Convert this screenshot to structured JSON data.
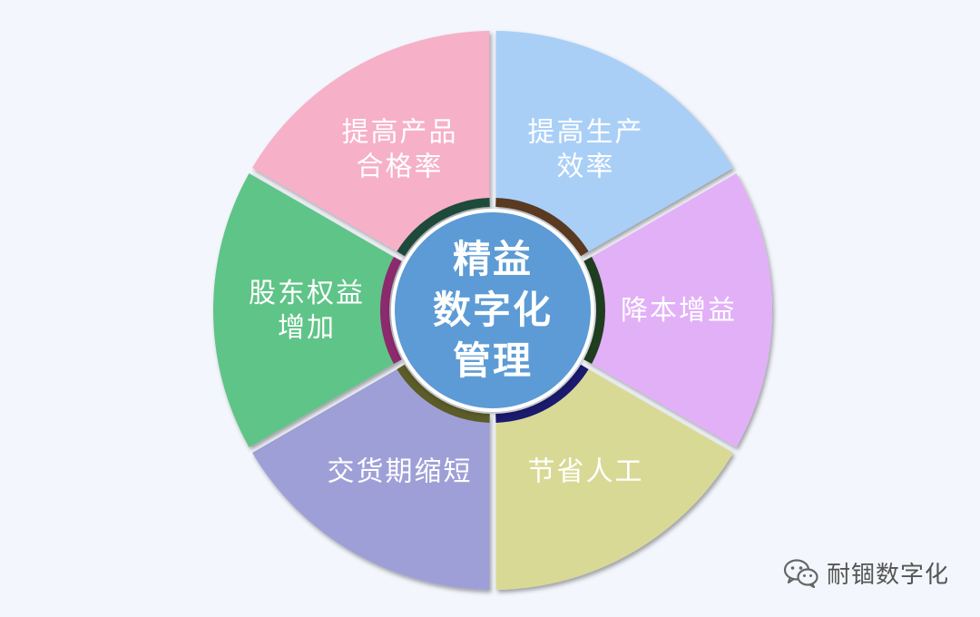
{
  "diagram": {
    "center": {
      "lines": [
        "精益",
        "数字化",
        "管理"
      ],
      "color": "#5b9bd5"
    },
    "segments": [
      {
        "lines": [
          "提高生产",
          "效率"
        ],
        "color": "#a9cff7",
        "ring_color": "#5a3a20"
      },
      {
        "lines": [
          "降本增益"
        ],
        "color": "#e2b0f7",
        "ring_color": "#1f3e1f"
      },
      {
        "lines": [
          "节省人工"
        ],
        "color": "#d9d996",
        "ring_color": "#1a1a6e"
      },
      {
        "lines": [
          "交货期缩短"
        ],
        "color": "#9f9fd8",
        "ring_color": "#5c5c28"
      },
      {
        "lines": [
          "股东权益",
          "增加"
        ],
        "color": "#5fc487",
        "ring_color": "#8c2a6e"
      },
      {
        "lines": [
          "提高产品",
          "合格率"
        ],
        "color": "#f6b0c8",
        "ring_color": "#1d4a3a"
      }
    ]
  },
  "watermark": {
    "text": "耐锢数字化",
    "icon": "wechat-icon"
  }
}
